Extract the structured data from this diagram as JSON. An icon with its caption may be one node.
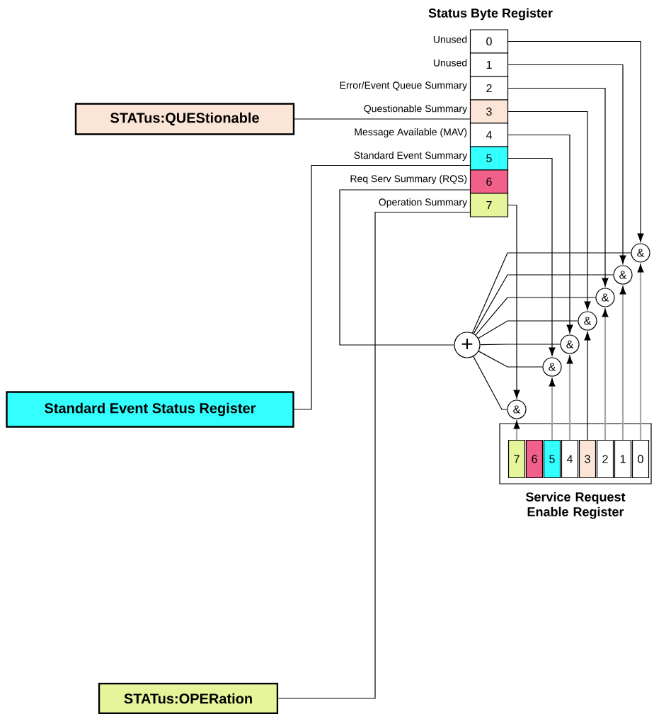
{
  "diagram": {
    "nodes": [
      {
        "text": [
          "STATus:QUEStionable"
        ]
      },
      {
        "text": [
          "0"
        ],
        "beside": [
          "Unused"
        ]
      },
      {
        "text": [
          "1"
        ],
        "beside": [
          "Unused"
        ]
      },
      {
        "text": [
          "2"
        ],
        "beside": [
          "Error/Event Queue Summary"
        ]
      },
      {
        "text": [
          "3"
        ],
        "beside": [
          "Questionable Summary"
        ]
      },
      {
        "text": [
          "4"
        ],
        "beside": [
          "Message Available (MAV)"
        ]
      },
      {
        "text": [
          "5"
        ],
        "beside": [
          "Standard Event Summary"
        ]
      },
      {
        "text": [
          "6"
        ],
        "beside": [
          "Req Serv Summary (RQS)"
        ]
      },
      {
        "text": [
          "7"
        ],
        "beside": [
          "Operation Summary"
        ]
      },
      {
        "text": [
          "Standard Event Status Register"
        ]
      },
      {
        "text": [
          "+"
        ]
      },
      {
        "text": [
          "&"
        ]
      },
      {
        "text": [
          "&"
        ]
      },
      {
        "text": [
          "&"
        ]
      },
      {
        "text": [
          "&"
        ]
      },
      {
        "text": [
          "&"
        ]
      },
      {
        "text": [
          "&"
        ]
      },
      {
        "text": [
          "&"
        ]
      },
      {
        "text": [
          "Service Request Enable Register"
        ]
      },
      {
        "text": [
          "7"
        ],
        "in": 18
      },
      {
        "text": [
          "6"
        ],
        "in": 18
      },
      {
        "text": [
          "5"
        ],
        "in": 18
      },
      {
        "text": [
          "4"
        ],
        "in": 18
      },
      {
        "text": [
          "3"
        ],
        "in": 18
      },
      {
        "text": [
          "2"
        ],
        "in": 18
      },
      {
        "text": [
          "1"
        ],
        "in": 18
      },
      {
        "text": [
          "0"
        ],
        "in": 18
      },
      {
        "text": [
          "STATus:OPERation"
        ]
      }
    ],
    "edges": [
      {
        "from": 0,
        "to": 4,
        "arrow": "none"
      },
      {
        "from": 9,
        "to": 6,
        "arrow": "none"
      },
      {
        "from": 27,
        "to": 8,
        "arrow": "none"
      },
      {
        "from": 1,
        "to": 11,
        "arrow": "to"
      },
      {
        "from": 2,
        "to": 12,
        "arrow": "to"
      },
      {
        "from": 3,
        "to": 13,
        "arrow": "to"
      },
      {
        "from": 4,
        "to": 14,
        "arrow": "to"
      },
      {
        "from": 5,
        "to": 15,
        "arrow": "to"
      },
      {
        "from": 6,
        "to": 16,
        "arrow": "to"
      },
      {
        "from": 8,
        "to": 17,
        "arrow": "to"
      },
      {
        "from": 26,
        "to": 11,
        "arrow": "to",
        "color": "#a6a6a6"
      },
      {
        "from": 25,
        "to": 12,
        "arrow": "to",
        "color": "#a6a6a6"
      },
      {
        "from": 24,
        "to": 13,
        "arrow": "to",
        "color": "#a6a6a6"
      },
      {
        "from": 23,
        "to": 14,
        "arrow": "to"
      },
      {
        "from": 22,
        "to": 15,
        "arrow": "to",
        "color": "#a6a6a6"
      },
      {
        "from": 21,
        "to": 16,
        "arrow": "to",
        "color": "#a6a6a6"
      },
      {
        "from": 19,
        "to": 17,
        "arrow": "to",
        "color": "#a6a6a6"
      },
      {
        "from": 11,
        "to": 10,
        "arrow": "none"
      },
      {
        "from": 12,
        "to": 10,
        "arrow": "none"
      },
      {
        "from": 13,
        "to": 10,
        "arrow": "none"
      },
      {
        "from": 14,
        "to": 10,
        "arrow": "none"
      },
      {
        "from": 15,
        "to": 10,
        "arrow": "none"
      },
      {
        "from": 16,
        "to": 10,
        "arrow": "none"
      },
      {
        "from": 17,
        "to": 10,
        "arrow": "none"
      },
      {
        "from": 10,
        "to": 7,
        "arrow": "none"
      }
    ],
    "labels": [
      "Status Byte Register"
    ]
  }
}
